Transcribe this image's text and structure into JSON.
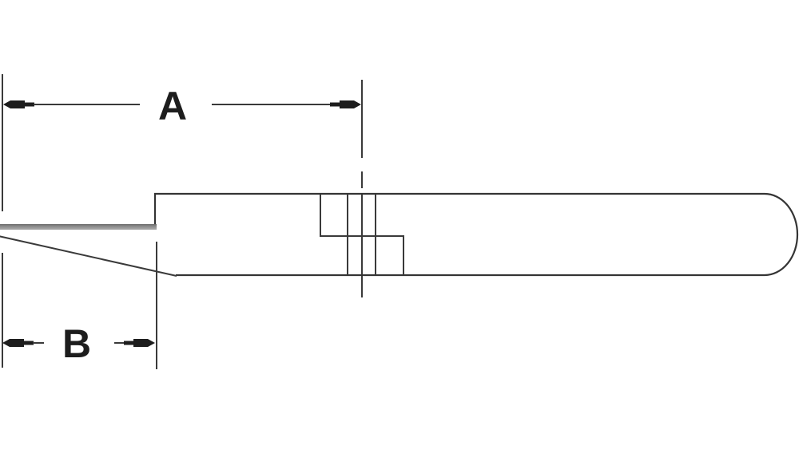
{
  "drawing": {
    "kind": "dimensioned technical line drawing, side view of a tool with tapered blade tip and round-ended handle",
    "dimension_a": {
      "label": "A"
    },
    "dimension_b": {
      "label": "B"
    },
    "colors": {
      "background": "#ffffff",
      "line": "#3a3a3a",
      "arrow_and_text": "#1d1d1d",
      "blade_shade_dark": "#6a6a6a",
      "blade_shade_light": "#ababab"
    }
  }
}
